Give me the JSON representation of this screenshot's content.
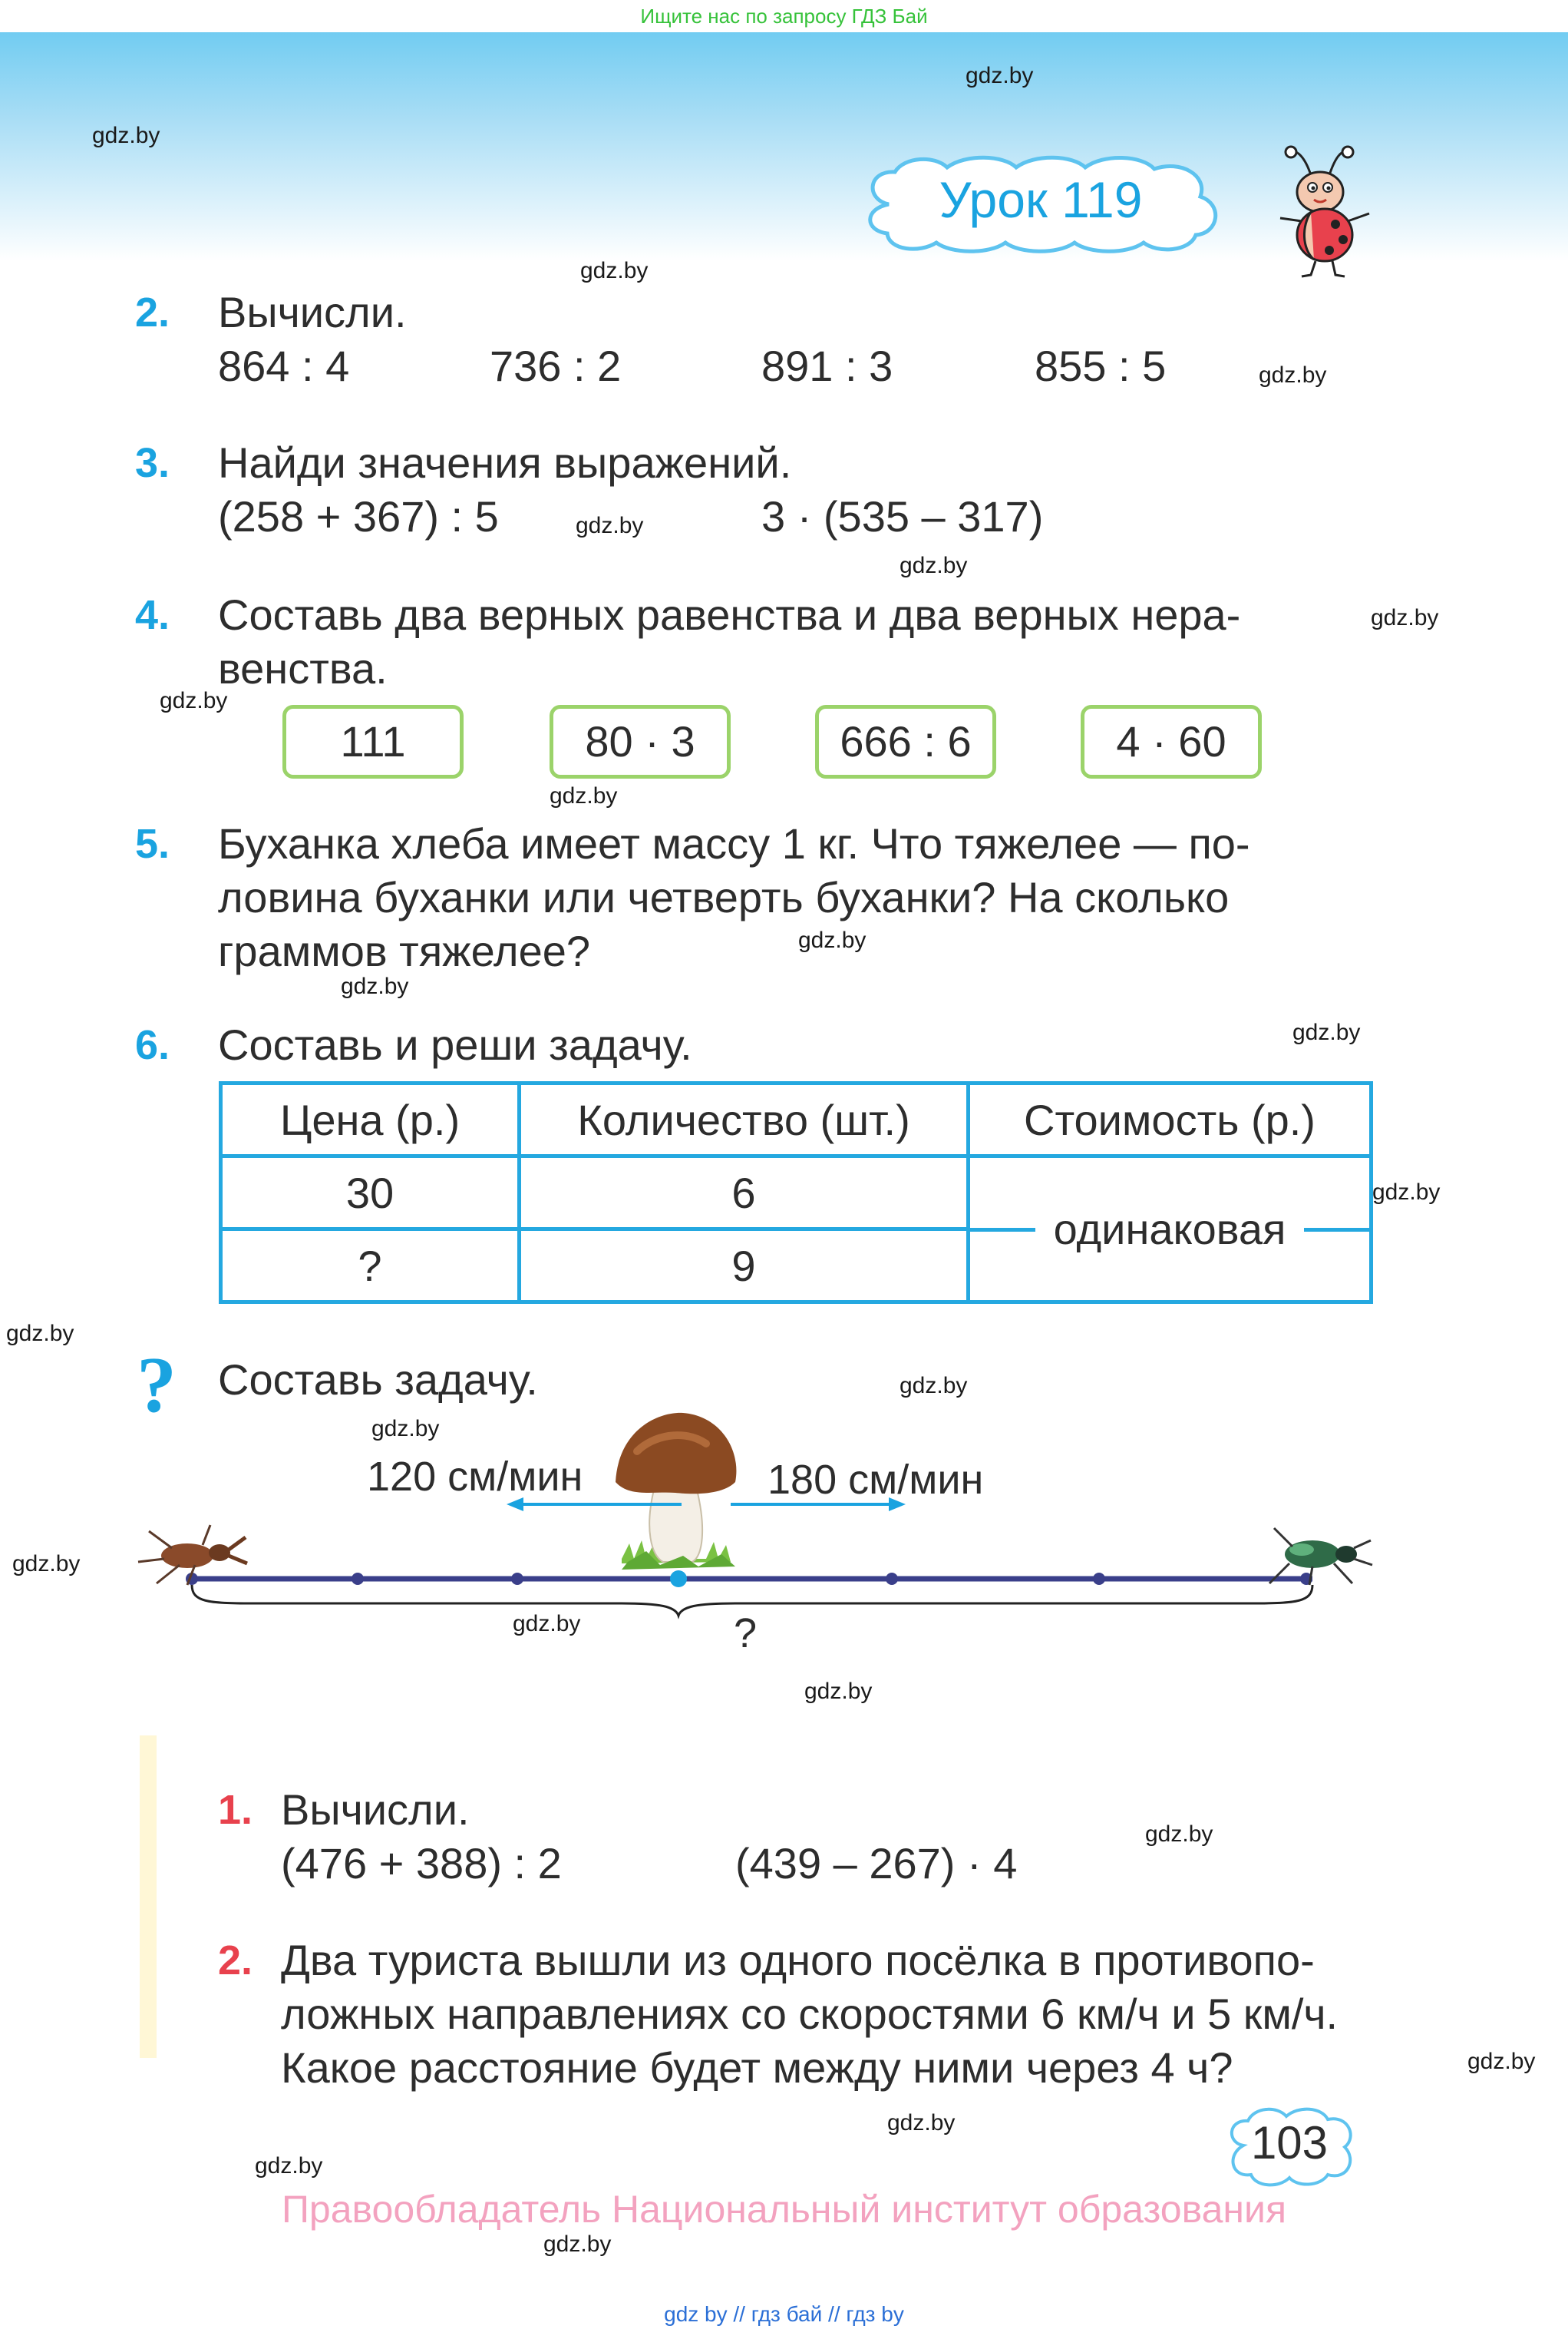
{
  "top_banner": "Ищите нас по запросу ГДЗ Бай",
  "watermark": "gdz.by",
  "lesson_title": "Урок 119",
  "tasks": {
    "t2": {
      "num": "2.",
      "title": "Вычисли.",
      "exprs": [
        "864 : 4",
        "736 : 2",
        "891 : 3",
        "855 : 5"
      ]
    },
    "t3": {
      "num": "3.",
      "title": "Найди значения выражений.",
      "exprs": [
        "(258 + 367) : 5",
        "3 · (535 – 317)"
      ]
    },
    "t4": {
      "num": "4.",
      "line1": "Составь два верных равенства и два верных нера-",
      "line2": "венства.",
      "boxes": [
        "111",
        "80 · 3",
        "666 : 6",
        "4 · 60"
      ]
    },
    "t5": {
      "num": "5.",
      "line1": "Буханка хлеба имеет массу 1 кг. Что тяжелее — по-",
      "line2": "ловина буханки или четверть буханки? На сколько",
      "line3": "граммов тяжелее?"
    },
    "t6": {
      "num": "6.",
      "title": "Составь и реши задачу.",
      "headers": [
        "Цена (р.)",
        "Количество (шт.)",
        "Стоимость (р.)"
      ],
      "rows": [
        [
          "30",
          "6"
        ],
        [
          "?",
          "9"
        ]
      ],
      "merged": "одинаковая"
    }
  },
  "puzzle": {
    "icon": "question-mark-icon",
    "title": "Составь задачу.",
    "speed_left": "120 см/мин",
    "speed_right": "180 см/мин",
    "question": "?"
  },
  "homework": {
    "h1": {
      "num": "1.",
      "title": "Вычисли.",
      "exprs": [
        "(476 + 388) : 2",
        "(439 – 267) · 4"
      ]
    },
    "h2": {
      "num": "2.",
      "line1": "Два туриста вышли из одного посёлка в противопо-",
      "line2": "ложных направлениях со скоростями 6 км/ч и 5 км/ч.",
      "line3": "Какое расстояние будет между ними через 4 ч?"
    }
  },
  "page_number": "103",
  "copyright": "Правообладатель Национальный институт образования",
  "bottom_links": "gdz by  //  гдз бай  //  гдз by",
  "colors": {
    "number_blue": "#1aa3e0",
    "number_red": "#e8414d",
    "box_green": "#9bd36a",
    "table_blue": "#24a8e0",
    "copyright_pink": "#f3a2bf"
  }
}
